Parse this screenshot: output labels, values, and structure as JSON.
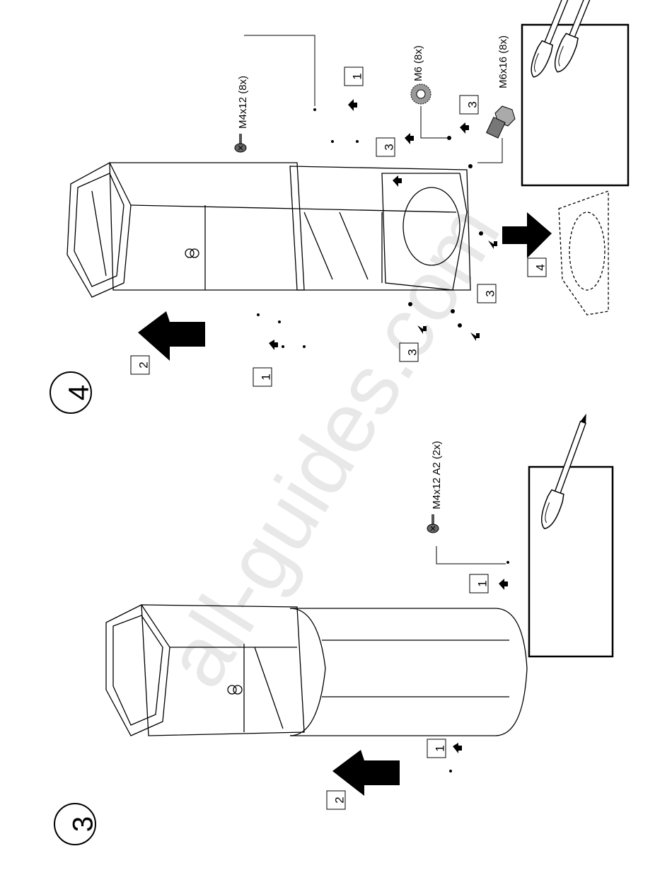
{
  "watermark": "all-guides.com",
  "steps": [
    {
      "number": "4",
      "hardware": [
        {
          "label": "M4x12 (8x)",
          "icon": "phillips-screw-icon"
        },
        {
          "label": "M6 (8x)",
          "icon": "serrated-washer-icon"
        },
        {
          "label": "M6x16 (8x)",
          "icon": "hex-bolt-icon"
        }
      ],
      "callouts": [
        "1",
        "1",
        "2",
        "3",
        "3",
        "3",
        "3",
        "4"
      ],
      "tools": [
        "phillips-screwdriver-icon",
        "hex-socket-screwdriver-icon"
      ]
    },
    {
      "number": "3",
      "hardware": [
        {
          "label": "M4x12 A2 (2x)",
          "icon": "phillips-screw-icon"
        }
      ],
      "callouts": [
        "1",
        "1",
        "2"
      ],
      "tools": [
        "phillips-screwdriver-icon"
      ]
    }
  ]
}
